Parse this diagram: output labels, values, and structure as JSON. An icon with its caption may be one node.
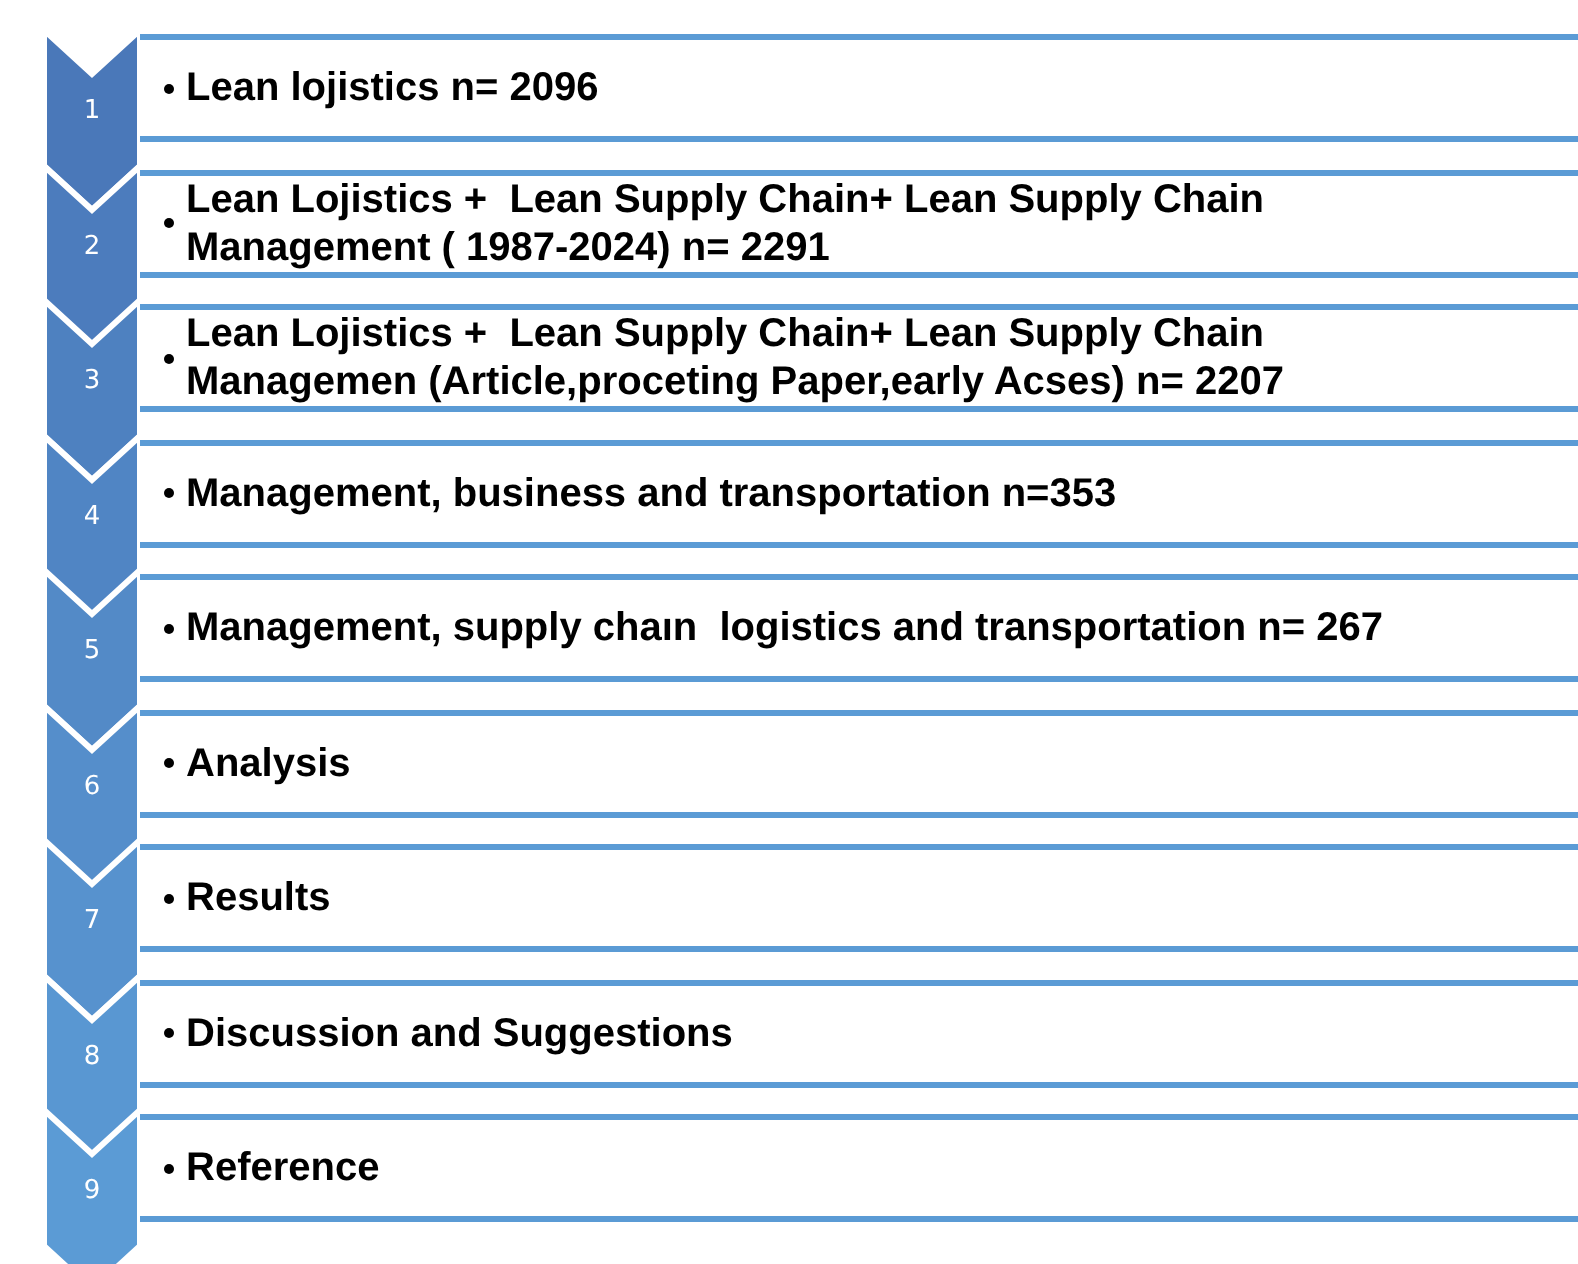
{
  "diagram": {
    "nodes": [
      {
        "text": [
          "1"
        ]
      },
      {
        "text": [
          "Lean lojistics n= 2096"
        ]
      },
      {
        "text": [
          "2"
        ]
      },
      {
        "text": [
          "Lean Lojistics +  Lean Supply Chain+ Lean Supply Chain Management ( 1987-2024) n= 2291"
        ]
      },
      {
        "text": [
          "3"
        ]
      },
      {
        "text": [
          "Lean Lojistics +  Lean Supply Chain+ Lean Supply Chain Managemen (Article,proceting Paper,early Acses) n= 2207"
        ]
      },
      {
        "text": [
          "4"
        ]
      },
      {
        "text": [
          "Management, business and transportation n=353"
        ]
      },
      {
        "text": [
          "5"
        ]
      },
      {
        "text": [
          "Management, supply chaın  logistics and transportation n= 267"
        ]
      },
      {
        "text": [
          "6"
        ]
      },
      {
        "text": [
          "Analysis"
        ]
      },
      {
        "text": [
          "7"
        ]
      },
      {
        "text": [
          "Results"
        ]
      },
      {
        "text": [
          "8"
        ]
      },
      {
        "text": [
          "Discussion and Suggestions"
        ]
      },
      {
        "text": [
          "9"
        ]
      },
      {
        "text": [
          "Reference"
        ]
      }
    ]
  }
}
